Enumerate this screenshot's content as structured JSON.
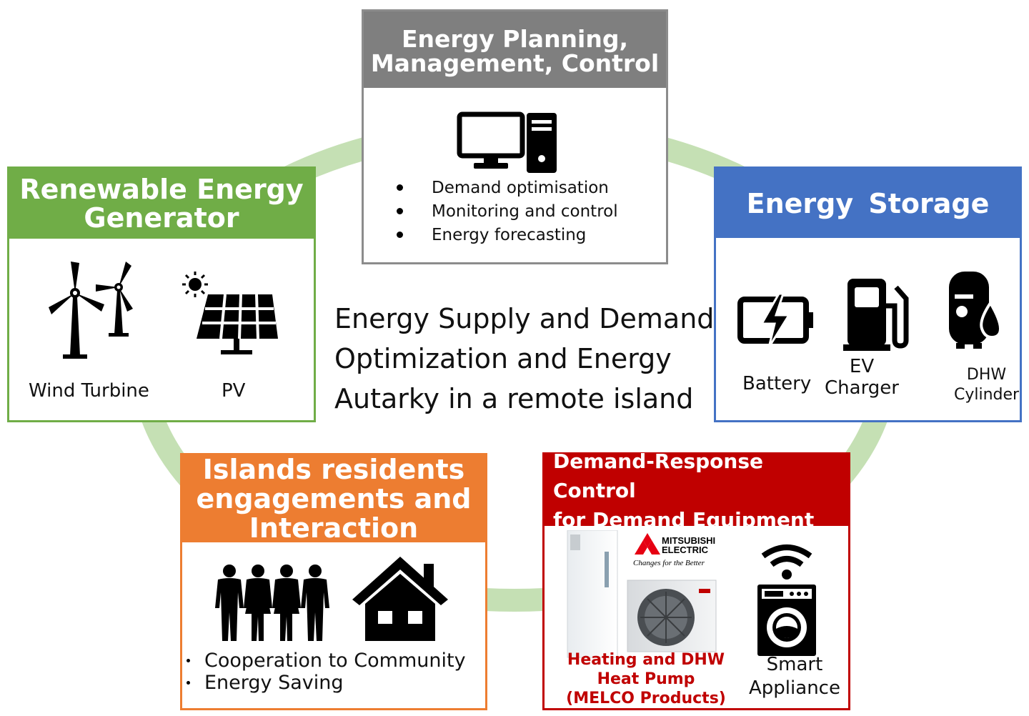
{
  "colors": {
    "ring": "#c5e0b4",
    "planning": "#7f7f7f",
    "renewable": "#70ad47",
    "storage": "#4472c4",
    "residents": "#ed7d31",
    "demand_response": "#c00000"
  },
  "planning": {
    "title_line1": "Energy Planning,",
    "title_line2": "Management, Control",
    "icon": "computer-icon",
    "bullets": [
      "Demand optimisation",
      "Monitoring and control",
      "Energy forecasting"
    ]
  },
  "renewable": {
    "title_line1": "Renewable Energy",
    "title_line2": "Generator",
    "items": [
      {
        "label": "Wind Turbine",
        "icon": "wind-turbine-icon"
      },
      {
        "label": "PV",
        "icon": "solar-panel-icon"
      }
    ]
  },
  "storage": {
    "title": "Energy  Storage",
    "items": [
      {
        "label": "Battery",
        "icon": "battery-icon"
      },
      {
        "label_line1": "EV",
        "label_line2": "Charger",
        "icon": "fuel-pump-icon"
      },
      {
        "label_line1": "DHW",
        "label_line2": "Cylinder",
        "icon": "water-cylinder-icon"
      }
    ]
  },
  "center": {
    "line1": "Energy Supply and Demand",
    "line2": "Optimization and Energy",
    "line3": "Autarky in a remote island"
  },
  "residents": {
    "title_line1": "Islands residents",
    "title_line2": "engagements and",
    "title_line3": "Interaction",
    "bullets": [
      "Cooperation to Community",
      "Energy Saving"
    ],
    "icons": [
      "people-icon",
      "house-icon"
    ]
  },
  "demand_response": {
    "title_line1": "Demand-Response Control",
    "title_line2": "for Demand Equipment",
    "brand_line1": "MITSUBISHI",
    "brand_line2": "ELECTRIC",
    "brand_tagline": "Changes for the Better",
    "heatpump_line1": "Heating and DHW",
    "heatpump_line2": "Heat Pump",
    "heatpump_line3": "(MELCO Products)",
    "appliance_line1": "Smart",
    "appliance_line2": "Appliance",
    "icons": [
      "heat-pump-image",
      "washing-machine-icon",
      "wifi-icon"
    ]
  }
}
